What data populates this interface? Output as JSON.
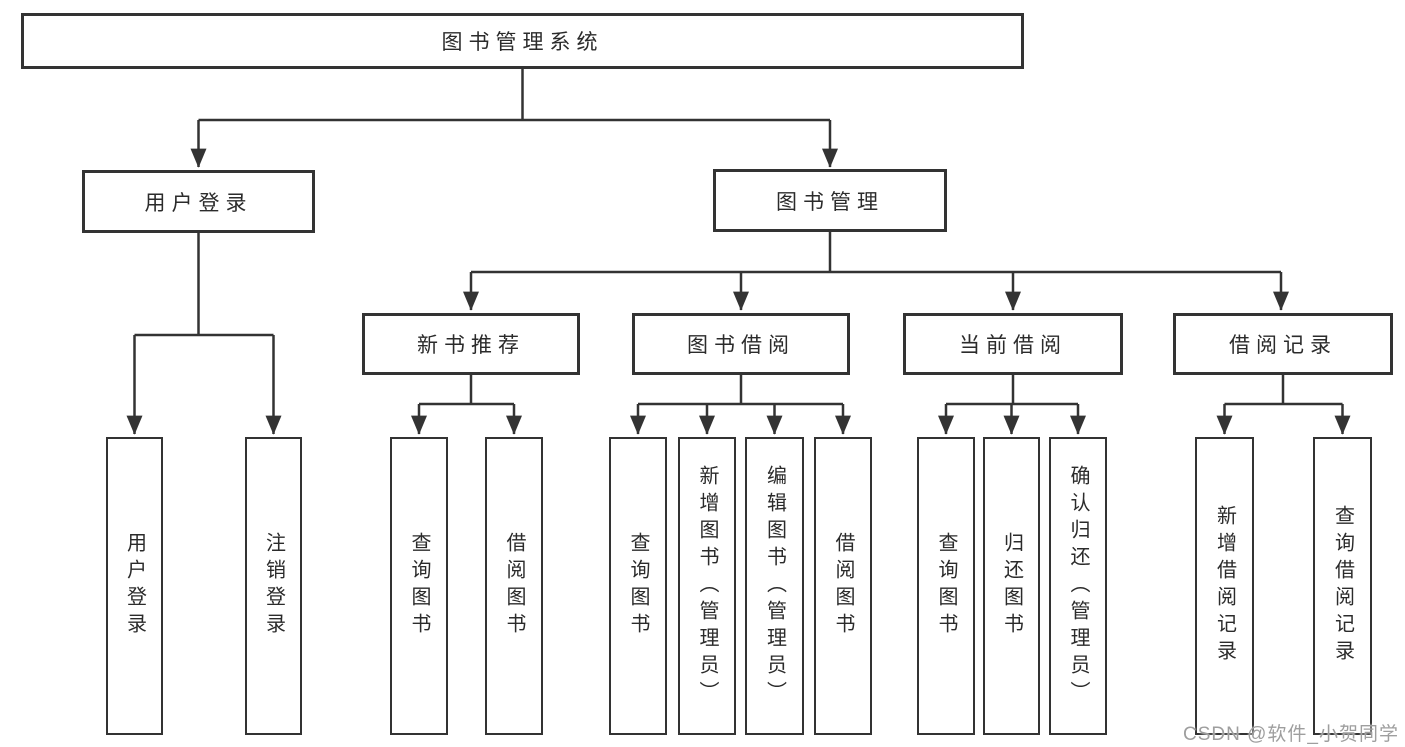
{
  "colors": {
    "line": "#333333",
    "box_border": "#333333",
    "text": "#2b2b2b",
    "watermark": "#9e9e9e",
    "background": "#ffffff"
  },
  "tree": {
    "root": "图书管理系统",
    "login": {
      "label": "用户登录",
      "leaves": [
        "用户登录",
        "注销登录"
      ]
    },
    "management": {
      "label": "图书管理",
      "groups": [
        {
          "label": "新书推荐",
          "leaves": [
            "查询图书",
            "借阅图书"
          ]
        },
        {
          "label": "图书借阅",
          "leaves": [
            "查询图书",
            "新增图书（管理员）",
            "编辑图书（管理员）",
            "借阅图书"
          ]
        },
        {
          "label": "当前借阅",
          "leaves": [
            "查询图书",
            "归还图书",
            "确认归还（管理员）"
          ]
        },
        {
          "label": "借阅记录",
          "leaves": [
            "新增借阅记录",
            "查询借阅记录"
          ]
        }
      ]
    }
  },
  "watermark": "CSDN @软件_小贺同学"
}
